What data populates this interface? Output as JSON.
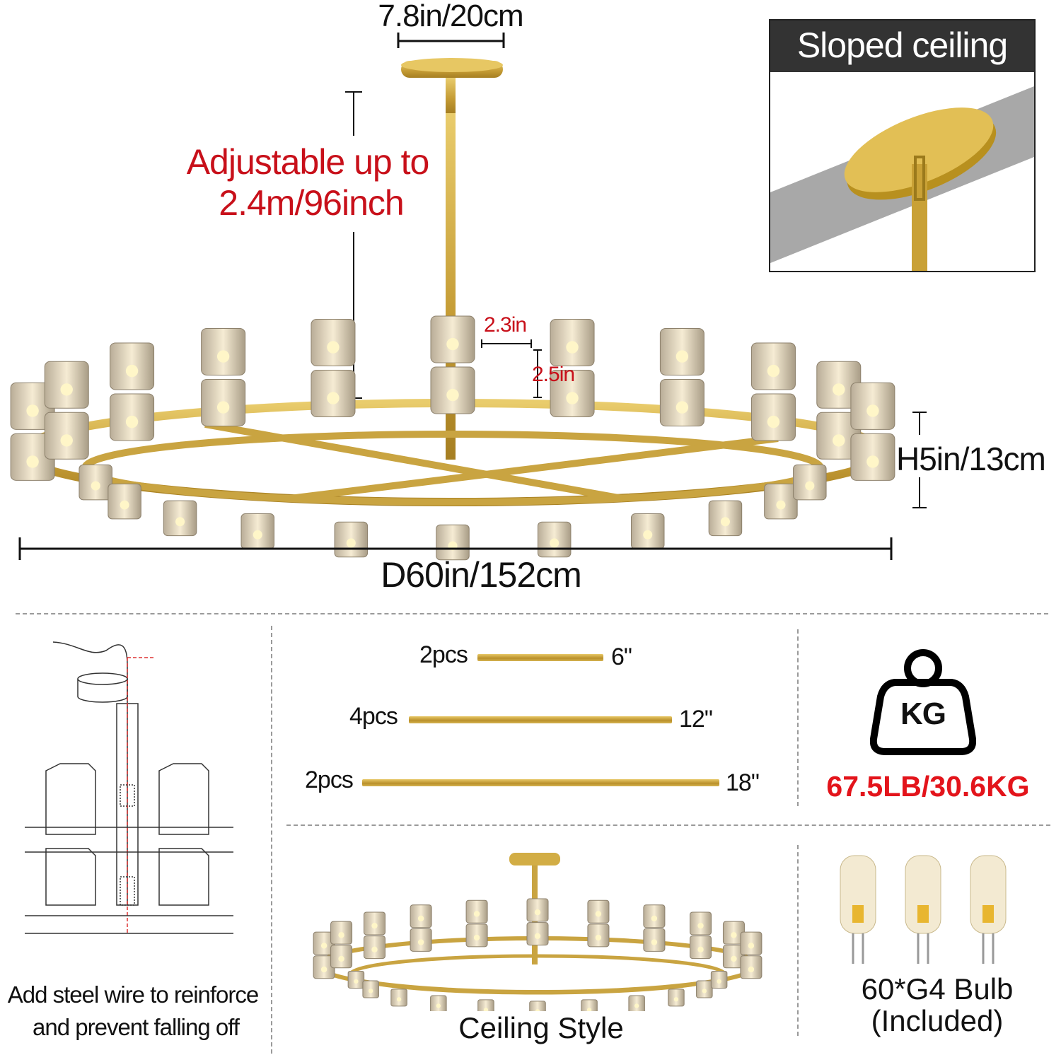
{
  "dimensions": {
    "canopy_width": "7.8in/20cm",
    "adjustable_line1": "Adjustable up to",
    "adjustable_line2": "2.4m/96inch",
    "shade_width": "2.3in",
    "shade_height": "2.5in",
    "height": "H5in/13cm",
    "diameter": "D60in/152cm"
  },
  "sloped_ceiling": {
    "title": "Sloped ceiling"
  },
  "installation": {
    "caption_line1": "Add steel wire to reinforce",
    "caption_line2": "and prevent falling off"
  },
  "rods": [
    {
      "qty": "2pcs",
      "length": "6\""
    },
    {
      "qty": "4pcs",
      "length": "12\""
    },
    {
      "qty": "2pcs",
      "length": "18\""
    }
  ],
  "weight": {
    "icon_label": "KG",
    "value": "67.5LB/30.6KG"
  },
  "ceiling_style": {
    "label": "Ceiling Style"
  },
  "bulbs": {
    "line1": "60*G4 Bulb",
    "line2": "(Included)"
  },
  "colors": {
    "gold": "#c9a441",
    "red": "#c8101a",
    "weight_red": "#e3141b",
    "header": "#333333"
  }
}
